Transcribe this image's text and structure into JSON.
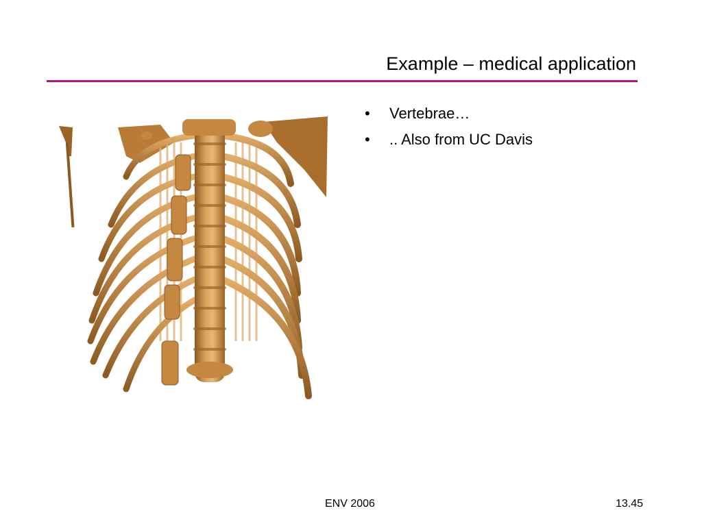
{
  "slide": {
    "title": "Example – medical application",
    "rule_color": "#b0177e"
  },
  "bullets": [
    {
      "marker": "•",
      "text": "Vertebrae…"
    },
    {
      "marker": "•",
      "text": ".. Also from UC Davis"
    }
  ],
  "figure": {
    "subject": "volume-rendered spine and rib cage",
    "bone_color": "#c8893f"
  },
  "footer": {
    "center": "ENV 2006",
    "page": "13.45"
  }
}
